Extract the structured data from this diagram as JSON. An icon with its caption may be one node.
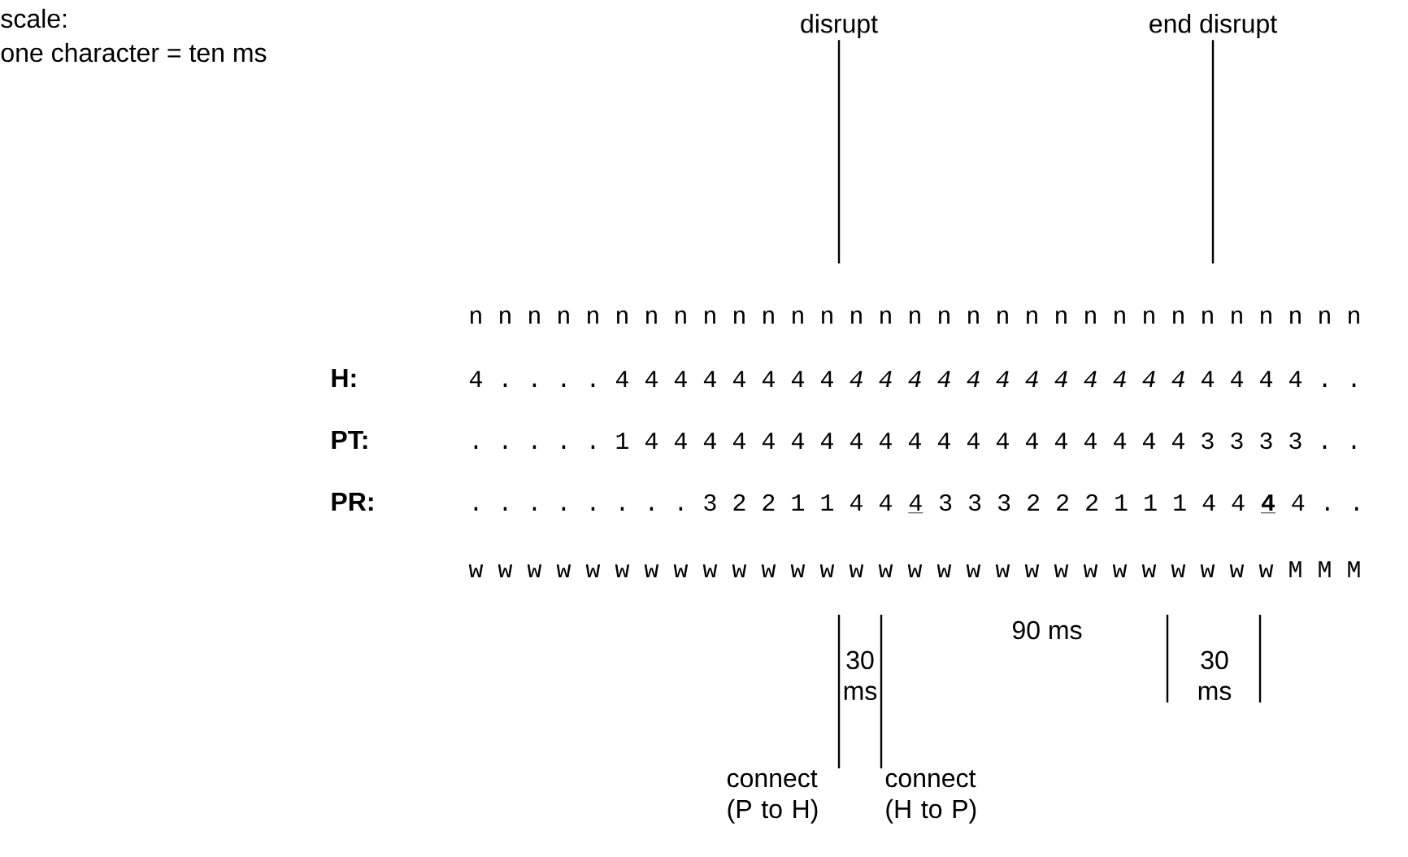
{
  "diagram": {
    "nodes": [
      {
        "text": [
          "disrupt"
        ]
      },
      {
        "text": [
          "end disrupt"
        ]
      },
      {
        "text": [
          "connect (P to H)"
        ]
      },
      {
        "text": [
          "connect (H to P)"
        ]
      }
    ],
    "edges": [
      {
        "from": 0,
        "to": null,
        "arrow": "none"
      },
      {
        "from": 1,
        "to": null,
        "arrow": "none"
      },
      {
        "from": 2,
        "to": null,
        "arrow": "none"
      },
      {
        "from": 3,
        "to": null,
        "arrow": "none"
      }
    ],
    "labels": [
      "scale:",
      "one character = ten ms",
      "n n n n n n n n n n n n n n n n n n n n n n n n n n n n n n n",
      "H:",
      "4 . . . . 4 4 4 4 4 4 4 4 *4 4 4 4 4 4 4 4 4 4 4 4* 4 4 4 4 . .",
      "PT:",
      ". . . . . 1 4 4 4 4 4 4 4 4 4 4 4 4 4 4 4 4 4 4 4 3 3 3 3 . .",
      "PR:",
      ". . . . . . . . 3 2 2 1 1 4 4",
      "4",
      "3 3 3 2 2 2 1 1 1 4 4",
      "4",
      "4 . .",
      "w w w w w w w w w w w w w w w w w w w w w w w w w w w w M M M",
      "30 ms",
      "90 ms",
      "30 ms"
    ]
  }
}
